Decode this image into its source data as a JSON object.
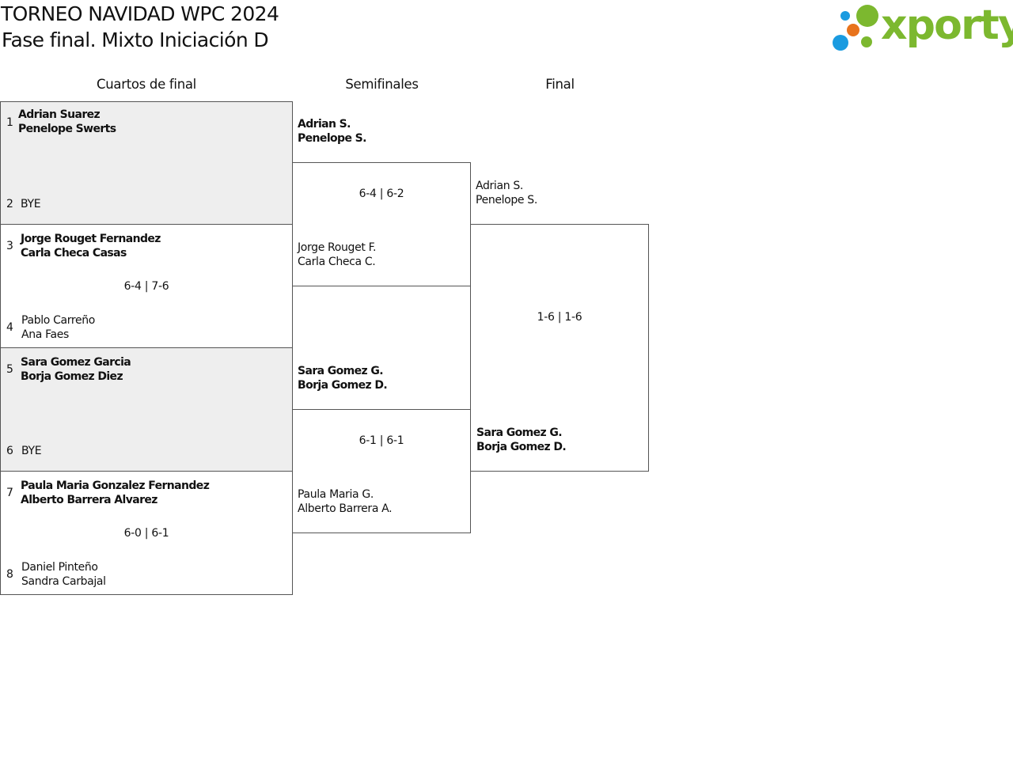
{
  "header": {
    "title": "TORNEO NAVIDAD WPC 2024",
    "subtitle": "Fase final. Mixto Iniciación D"
  },
  "logo": {
    "text": "xporty",
    "colors": {
      "text": "#7cb82f",
      "dot_blue": "#1a9be0",
      "dot_orange": "#e8731c",
      "dot_green": "#7cb82f"
    }
  },
  "rounds": [
    "Cuartos de final",
    "Semifinales",
    "Final"
  ],
  "quarterfinals": [
    {
      "top": {
        "seed": "1",
        "players": [
          "Adrian Suarez",
          "Penelope Swerts"
        ]
      },
      "bottom": {
        "seed": "2",
        "players": [
          "BYE"
        ]
      },
      "score": ""
    },
    {
      "top": {
        "seed": "3",
        "players": [
          "Jorge Rouget Fernandez",
          "Carla Checa Casas"
        ]
      },
      "bottom": {
        "seed": "4",
        "players": [
          "Pablo Carreño",
          "Ana Faes"
        ]
      },
      "score": "6-4 | 7-6"
    },
    {
      "top": {
        "seed": "5",
        "players": [
          "Sara Gomez Garcia",
          "Borja Gomez Diez"
        ]
      },
      "bottom": {
        "seed": "6",
        "players": [
          "BYE"
        ]
      },
      "score": ""
    },
    {
      "top": {
        "seed": "7",
        "players": [
          "Paula Maria Gonzalez Fernandez",
          "Alberto Barrera Alvarez"
        ]
      },
      "bottom": {
        "seed": "8",
        "players": [
          "Daniel Pinteño",
          "Sandra Carbajal"
        ]
      },
      "score": "6-0 | 6-1"
    }
  ],
  "semifinals": [
    {
      "top": [
        "Adrian S.",
        "Penelope S."
      ],
      "bottom": [
        "Jorge Rouget F.",
        "Carla Checa C."
      ],
      "score": "6-4 | 6-2"
    },
    {
      "top": [
        "Sara Gomez G.",
        "Borja Gomez D."
      ],
      "bottom": [
        "Paula Maria G.",
        "Alberto Barrera A."
      ],
      "score": "6-1 | 6-1"
    }
  ],
  "final": {
    "top": [
      "Adrian S.",
      "Penelope S."
    ],
    "bottom": [
      "Sara Gomez G.",
      "Borja Gomez D."
    ],
    "score": "1-6 | 1-6"
  }
}
